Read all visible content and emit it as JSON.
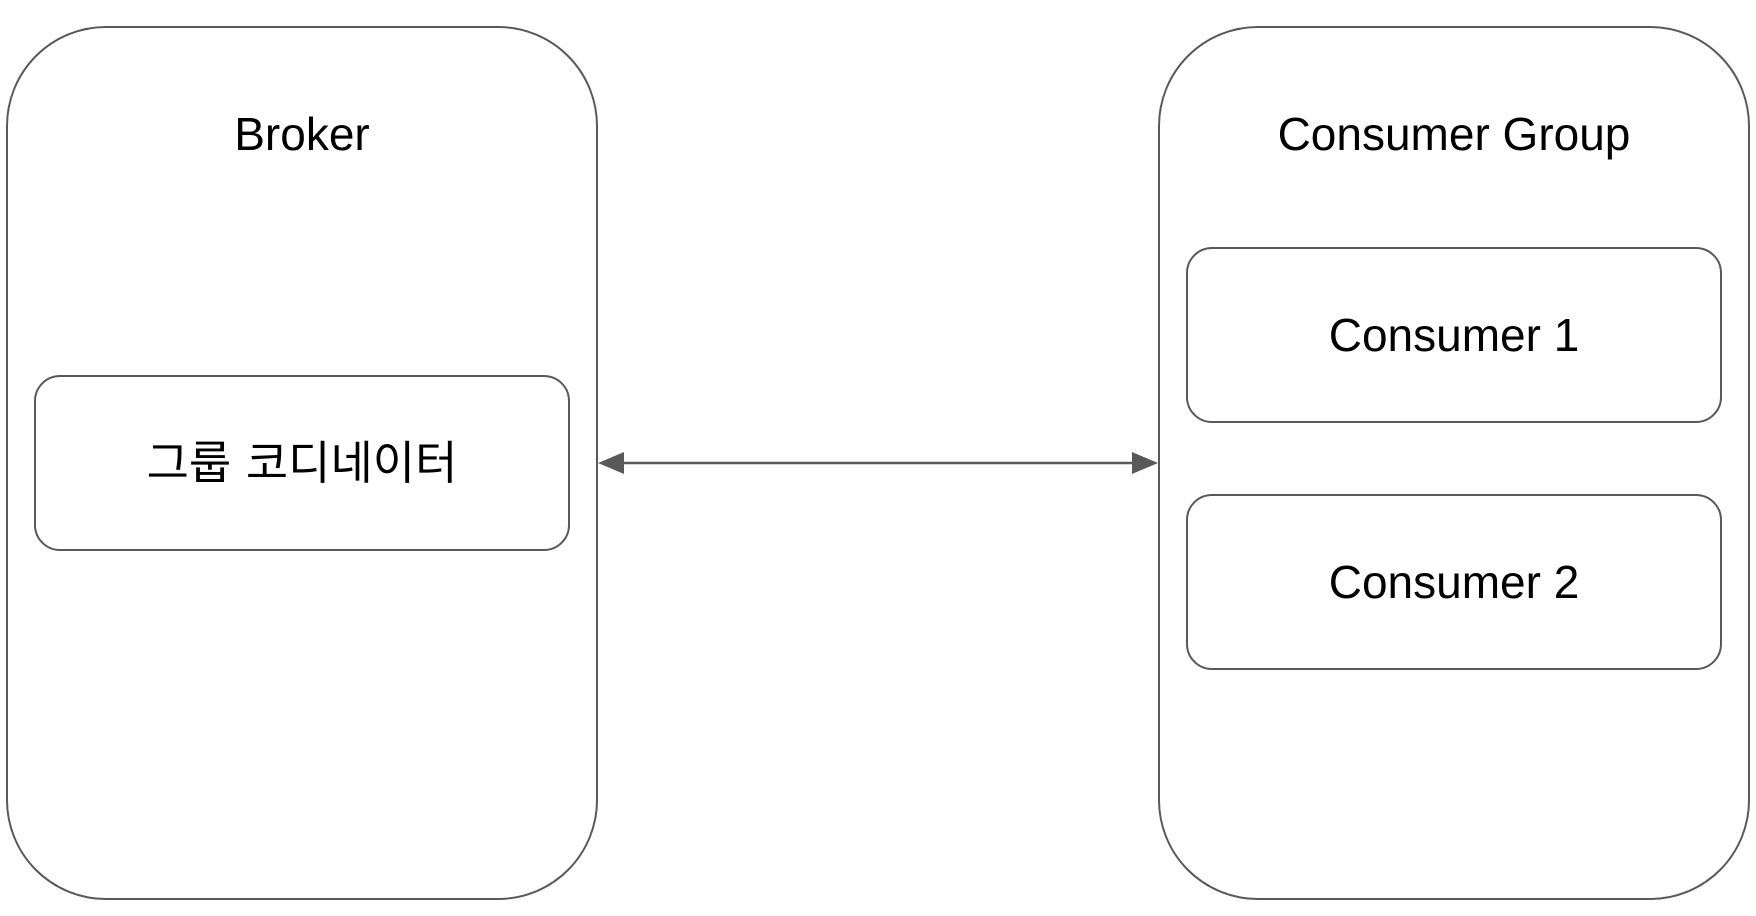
{
  "broker": {
    "title": "Broker",
    "coordinator": "그룹 코디네이터"
  },
  "consumer_group": {
    "title": "Consumer Group",
    "consumers": [
      {
        "label": "Consumer 1"
      },
      {
        "label": "Consumer 2"
      }
    ]
  },
  "connector": {
    "direction": "bidirectional",
    "color": "#595959"
  },
  "colors": {
    "stroke": "#595959",
    "background": "#ffffff",
    "text": "#000000"
  }
}
